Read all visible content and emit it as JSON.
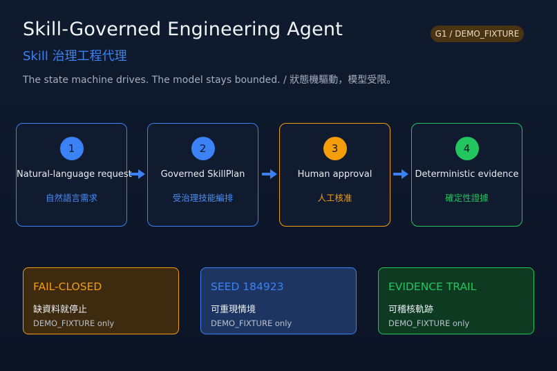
{
  "header": {
    "title": "Skill-Governed Engineering Agent",
    "subtitle": "Skill 治理工程代理",
    "tagline": "The state machine drives. The model stays bounded. / 狀態機驅動，模型受限。",
    "badge": "G1 / DEMO_FIXTURE"
  },
  "steps": [
    {
      "num": "1",
      "en": "Natural-language request",
      "zh": "自然語言需求",
      "color": "#3b82f6",
      "zh_color": "#4a8df6"
    },
    {
      "num": "2",
      "en": "Governed SkillPlan",
      "zh": "受治理技能編排",
      "color": "#3b82f6",
      "zh_color": "#4a8df6"
    },
    {
      "num": "3",
      "en": "Human approval",
      "zh": "人工核准",
      "color": "#f59e0b",
      "zh_color": "#f59e0b"
    },
    {
      "num": "4",
      "en": "Deterministic evidence",
      "zh": "確定性證據",
      "color": "#22c55e",
      "zh_color": "#22c55e"
    }
  ],
  "cards": [
    {
      "head": "FAIL-CLOSED",
      "zh": "缺資料就停止",
      "note": "DEMO_FIXTURE only",
      "accent": "#f59e0b",
      "bg": "#3d2a0f"
    },
    {
      "head": "SEED 184923",
      "zh": "可重現情境",
      "note": "DEMO_FIXTURE only",
      "accent": "#3b82f6",
      "bg": "#1d3560"
    },
    {
      "head": "EVIDENCE TRAIL",
      "zh": "可稽核軌跡",
      "note": "DEMO_FIXTURE only",
      "accent": "#22c55e",
      "bg": "#0f3a22"
    }
  ]
}
